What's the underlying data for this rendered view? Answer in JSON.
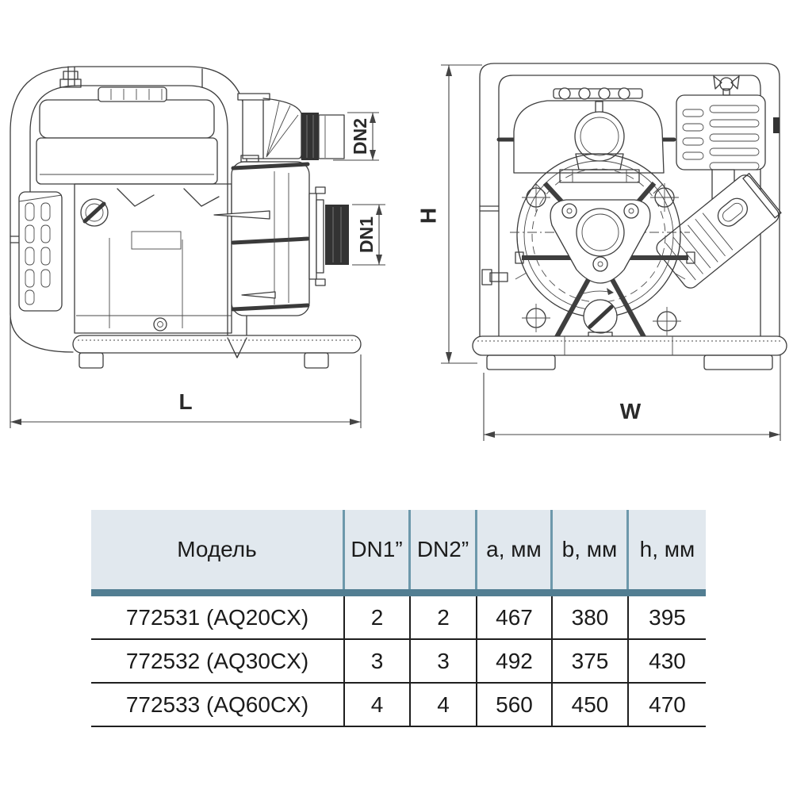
{
  "drawing": {
    "side_view": {
      "dn2_label": "DN2",
      "dn1_label": "DN1",
      "length_label": "L"
    },
    "front_view": {
      "height_label": "H",
      "width_label": "W"
    }
  },
  "table": {
    "headers": [
      "Модель",
      "DN1”",
      "DN2”",
      "a, мм",
      "b, мм",
      "h, мм"
    ],
    "rows": [
      [
        "772531 (AQ20CX)",
        "2",
        "2",
        "467",
        "380",
        "395"
      ],
      [
        "772532 (AQ30CX)",
        "3",
        "3",
        "492",
        "375",
        "430"
      ],
      [
        "772533 (AQ60CX)",
        "4",
        "4",
        "560",
        "450",
        "470"
      ]
    ]
  },
  "colors": {
    "header_bg": "#e1e8ee",
    "header_divider": "#6d98ab",
    "teal_bar": "#527e92",
    "row_line": "#1f1f1f",
    "drawing_line": "#3d3d3d"
  }
}
